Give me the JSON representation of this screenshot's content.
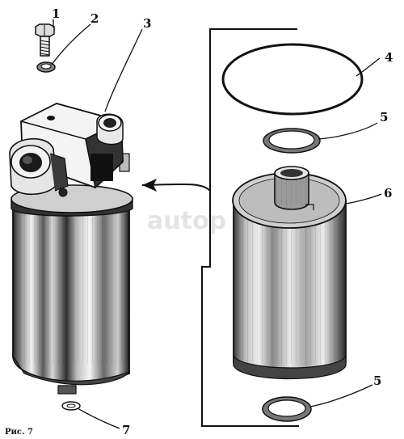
{
  "caption": "Рис. 7",
  "callouts": [
    {
      "id": "c1",
      "text": "1"
    },
    {
      "id": "c2",
      "text": "2"
    },
    {
      "id": "c3",
      "text": "3"
    },
    {
      "id": "c4",
      "text": "4"
    },
    {
      "id": "c5a",
      "text": "5"
    },
    {
      "id": "c6",
      "text": "6"
    },
    {
      "id": "c5b",
      "text": "5"
    },
    {
      "id": "c7",
      "text": "7"
    }
  ],
  "watermark": "autop"
}
